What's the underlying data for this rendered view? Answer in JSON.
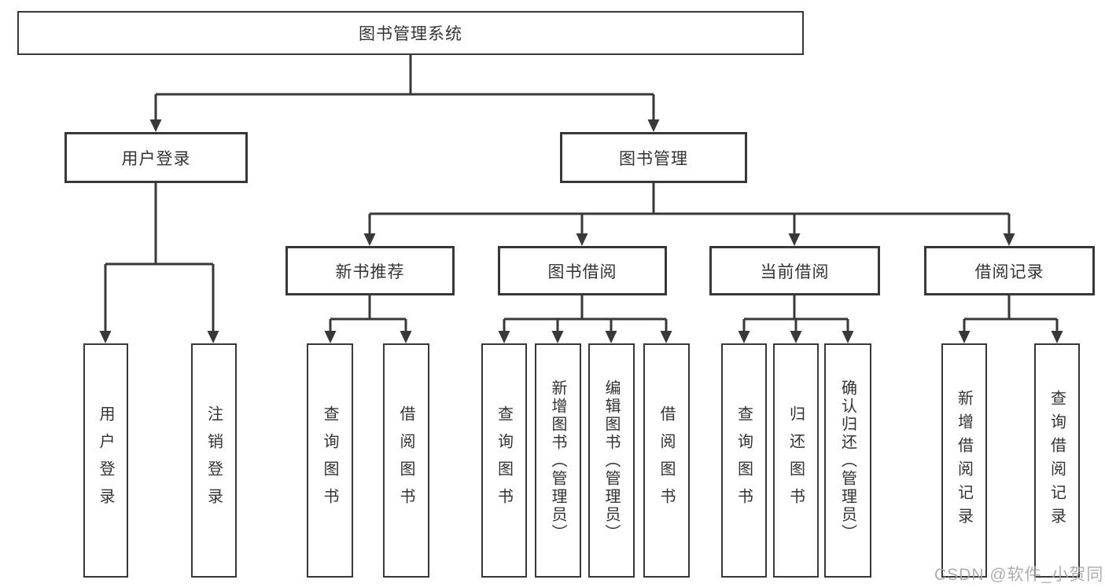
{
  "diagram": {
    "title": "图书管理系统",
    "colors": {
      "line": "#383838",
      "text": "#333333",
      "background": "#ffffff",
      "watermark": "#a5a5a5"
    },
    "tree": {
      "label": "图书管理系统",
      "children": [
        {
          "label": "用户登录",
          "children": [
            {
              "label": "用户登录"
            },
            {
              "label": "注销登录"
            }
          ]
        },
        {
          "label": "图书管理",
          "children": [
            {
              "label": "新书推荐",
              "children": [
                {
                  "label": "查询图书"
                },
                {
                  "label": "借阅图书"
                }
              ]
            },
            {
              "label": "图书借阅",
              "children": [
                {
                  "label": "查询图书"
                },
                {
                  "label": "新增图书（管理员）"
                },
                {
                  "label": "编辑图书（管理员）"
                },
                {
                  "label": "借阅图书"
                }
              ]
            },
            {
              "label": "当前借阅",
              "children": [
                {
                  "label": "查询图书"
                },
                {
                  "label": "归还图书"
                },
                {
                  "label": "确认归还（管理员）"
                }
              ]
            },
            {
              "label": "借阅记录",
              "children": [
                {
                  "label": "新增借阅记录"
                },
                {
                  "label": "查询借阅记录"
                }
              ]
            }
          ]
        }
      ]
    },
    "watermark": {
      "text": "CSDN @软件_小贺同学"
    }
  }
}
